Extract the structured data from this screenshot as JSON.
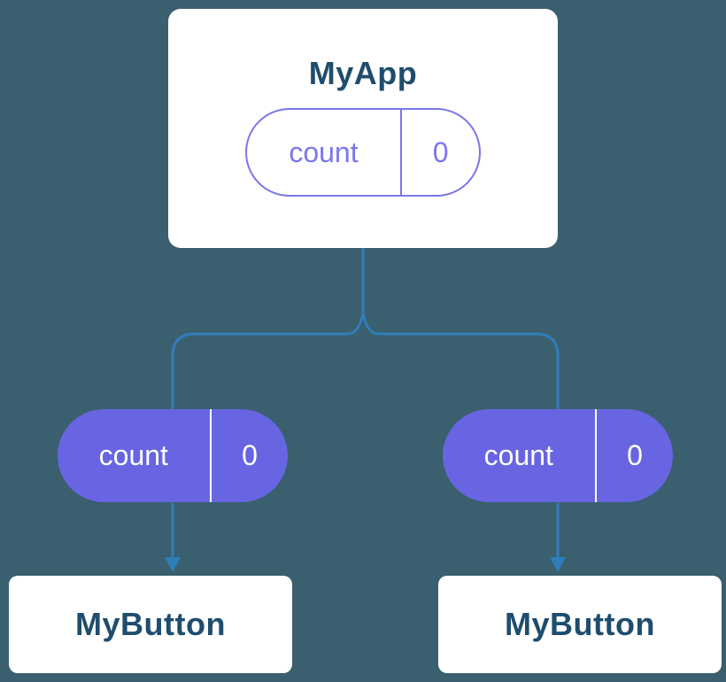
{
  "colors": {
    "background": "#3a5f6e",
    "connector": "#2e7eb8",
    "card_background": "#ffffff",
    "title_text": "#1e4d6e",
    "state_pill_fill": "#6865e2",
    "state_pill_outline": "#7a77ec"
  },
  "root": {
    "title": "MyApp",
    "state": {
      "name": "count",
      "value": "0"
    }
  },
  "children": [
    {
      "title": "MyButton",
      "prop": {
        "name": "count",
        "value": "0"
      }
    },
    {
      "title": "MyButton",
      "prop": {
        "name": "count",
        "value": "0"
      }
    }
  ]
}
